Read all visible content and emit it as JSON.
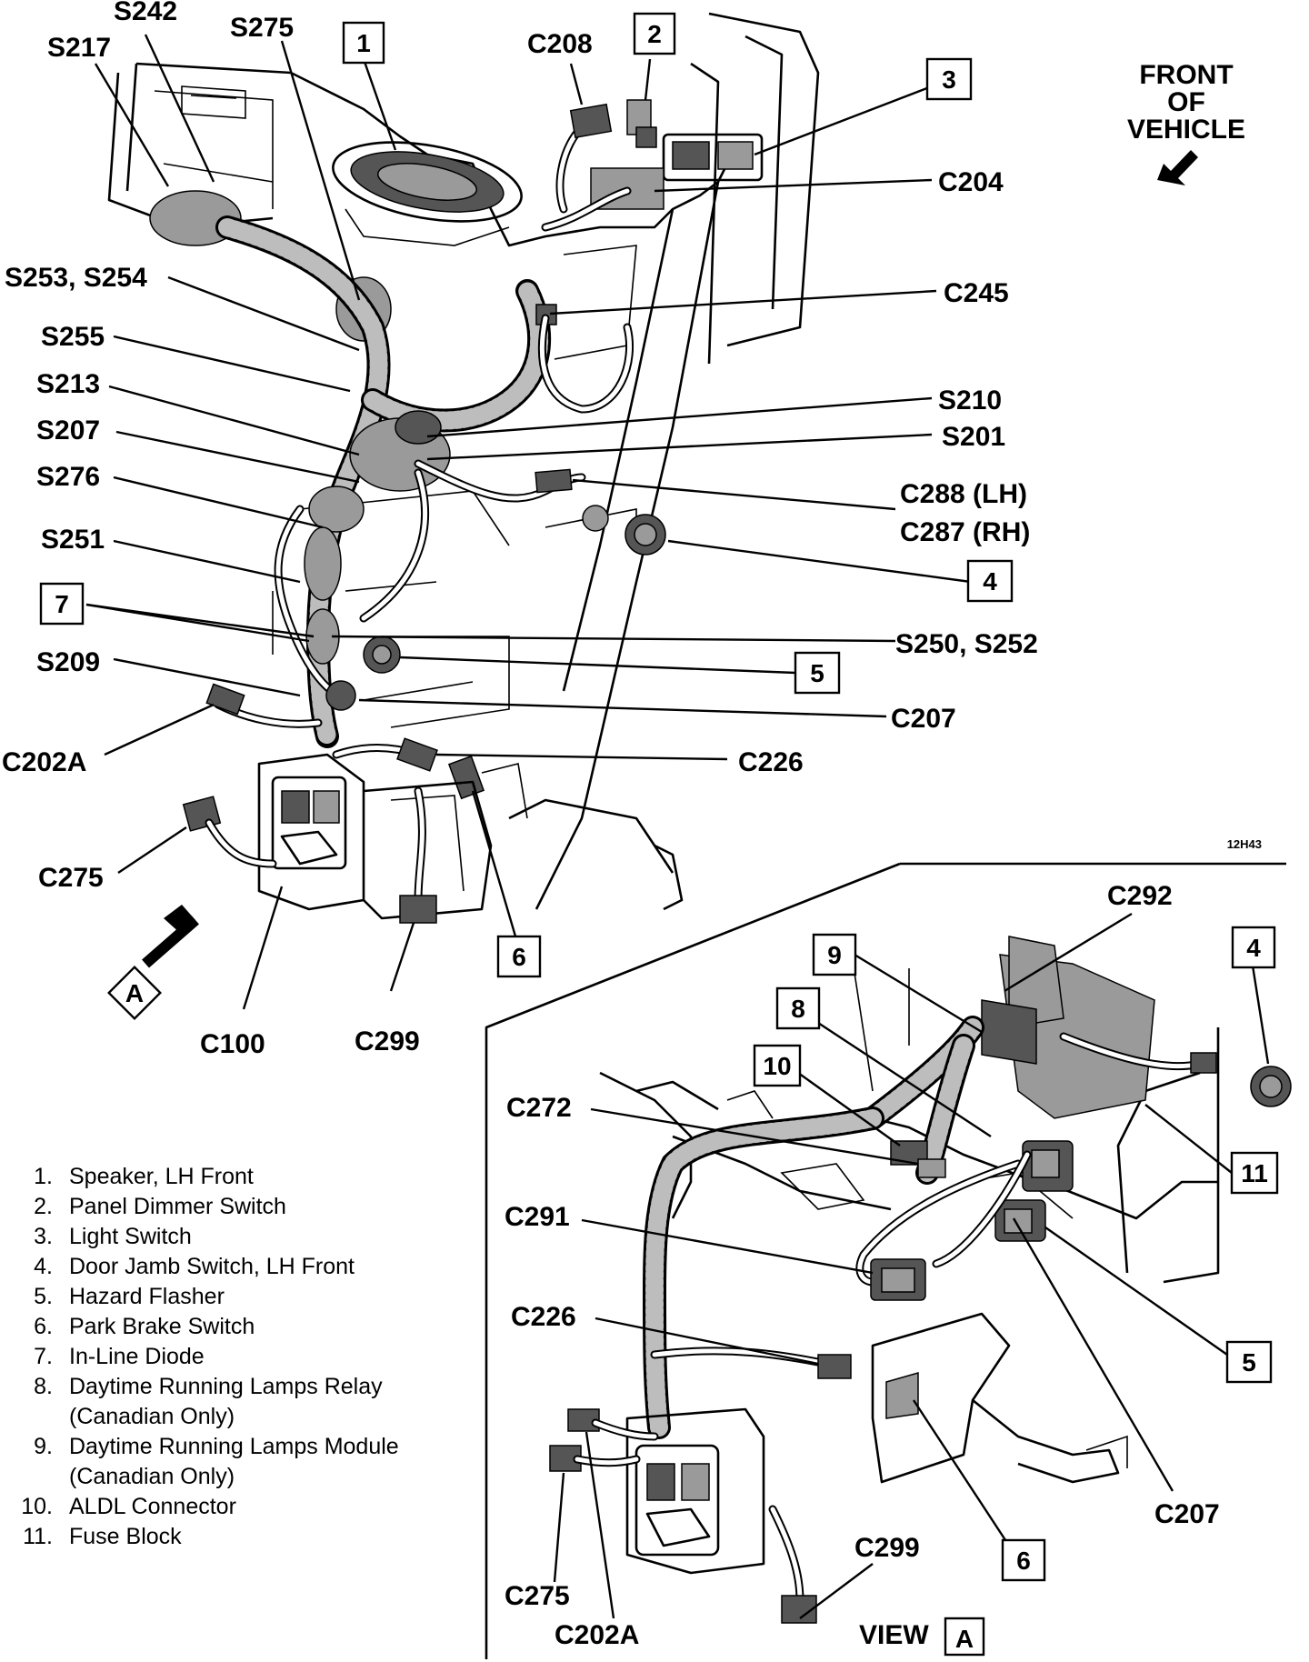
{
  "orientation": {
    "line1": "FRONT",
    "line2": "OF",
    "line3": "VEHICLE"
  },
  "drawing_code": "12H43",
  "view_label": "VIEW",
  "view_letter": "A",
  "main_view_labels": {
    "s217": "S217",
    "s242": "S242",
    "s275": "S275",
    "s253_s254": "S253, S254",
    "s255": "S255",
    "s213": "S213",
    "s207": "S207",
    "s276": "S276",
    "s251": "S251",
    "s209": "S209",
    "c202a": "C202A",
    "c275": "C275",
    "c100": "C100",
    "c299": "C299",
    "c208": "C208",
    "c204": "C204",
    "c245": "C245",
    "s210": "S210",
    "s201": "S201",
    "c288": "C288 (LH)",
    "c287": "C287 (RH)",
    "s250_s252": "S250, S252",
    "c207": "C207",
    "c226": "C226"
  },
  "main_view_callouts": {
    "n1": "1",
    "n2": "2",
    "n3": "3",
    "n4": "4",
    "n5": "5",
    "n6": "6",
    "n7": "7"
  },
  "view_a_labels": {
    "c292": "C292",
    "c272": "C272",
    "c291": "C291",
    "c226": "C226",
    "c207": "C207",
    "c299": "C299",
    "c275": "C275",
    "c202a": "C202A"
  },
  "view_a_callouts": {
    "n9": "9",
    "n8": "8",
    "n10": "10",
    "n4": "4",
    "n11": "11",
    "n5": "5",
    "n6": "6"
  },
  "legend": [
    {
      "num": "1.",
      "text": "Speaker, LH Front"
    },
    {
      "num": "2.",
      "text": "Panel Dimmer Switch"
    },
    {
      "num": "3.",
      "text": "Light Switch"
    },
    {
      "num": "4.",
      "text": "Door Jamb Switch, LH Front"
    },
    {
      "num": "5.",
      "text": "Hazard Flasher"
    },
    {
      "num": "6.",
      "text": "Park Brake Switch"
    },
    {
      "num": "7.",
      "text": "In-Line Diode"
    },
    {
      "num": "8.",
      "text": "Daytime Running Lamps Relay\n(Canadian Only)"
    },
    {
      "num": "9.",
      "text": "Daytime Running Lamps Module\n(Canadian Only)"
    },
    {
      "num": "10.",
      "text": "ALDL Connector"
    },
    {
      "num": "11.",
      "text": "Fuse Block"
    }
  ]
}
